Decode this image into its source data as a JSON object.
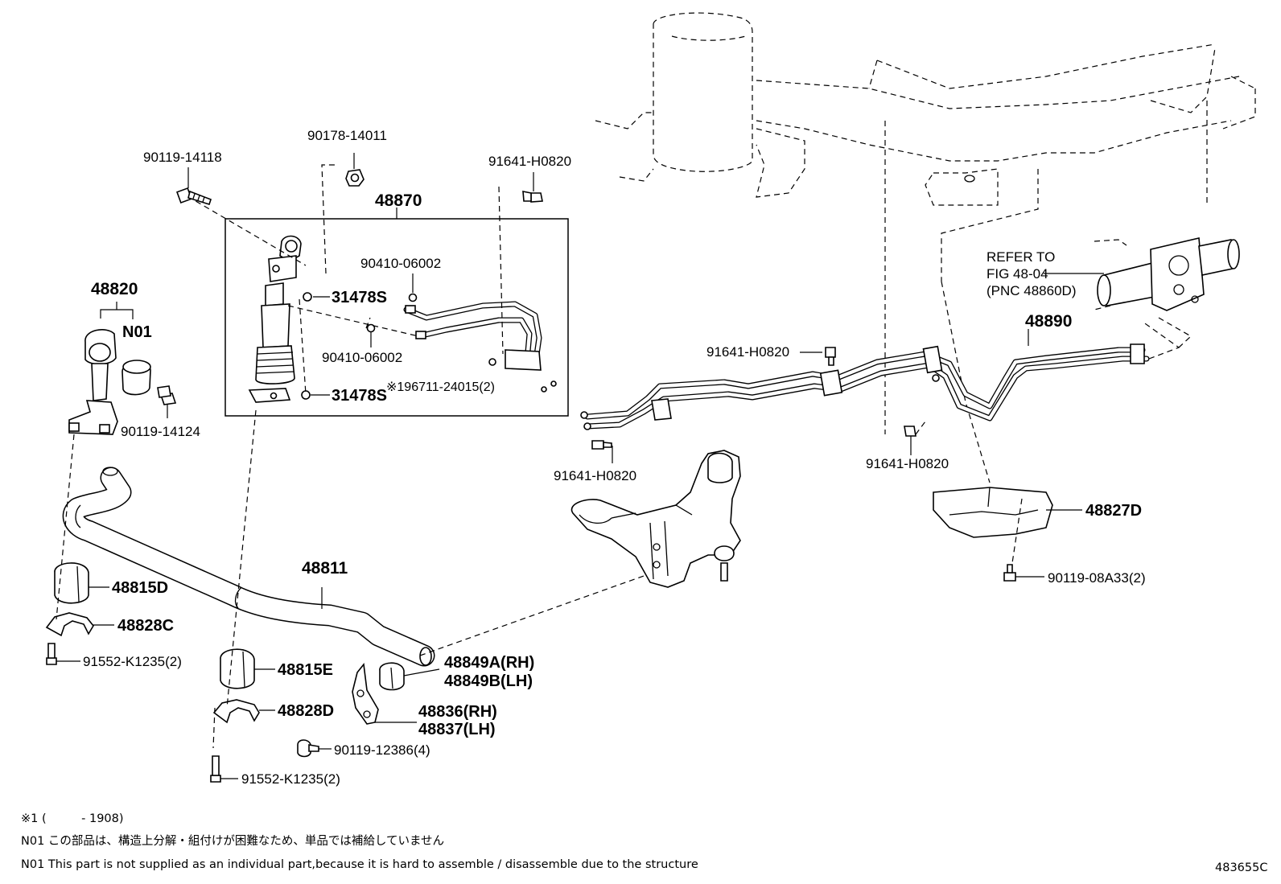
{
  "labels": {
    "p1": "90119-14118",
    "p2": "90178-14011",
    "p3": "91641-H0820",
    "p4": "48870",
    "p5": "90410-06002",
    "p6": "31478S",
    "p7": "90410-06002",
    "p8": "31478S",
    "p9": "※196711-24015(2)",
    "p10": "48820",
    "p11": "N01",
    "p12": "90119-14124",
    "p13": "91641-H0820",
    "p14": "91641-H0820",
    "p15": "91641-H0820",
    "p16": "REFER TO",
    "p17": "FIG 48-04",
    "p18": "(PNC 48860D)",
    "p19": "48890",
    "p20": "48827D",
    "p21": "90119-08A33(2)",
    "p22": "48811",
    "p23": "48815D",
    "p24": "48828C",
    "p25": "91552-K1235(2)",
    "p26": "48815E",
    "p27": "48828D",
    "p28": "91552-K1235(2)",
    "p29": "48849A(RH)",
    "p30": "48849B(LH)",
    "p31": "48836(RH)",
    "p32": "48837(LH)",
    "p33": "90119-12386(4)"
  },
  "notes": {
    "line1": "※1 (　　　- 1908)",
    "line2": "N01 この部品は、構造上分解・組付けが困難なため、単品では補給していません",
    "line3": "N01 This part is not supplied as an individual part,because it is hard to assemble / disassemble due to the structure"
  },
  "figure_id": "483655C"
}
